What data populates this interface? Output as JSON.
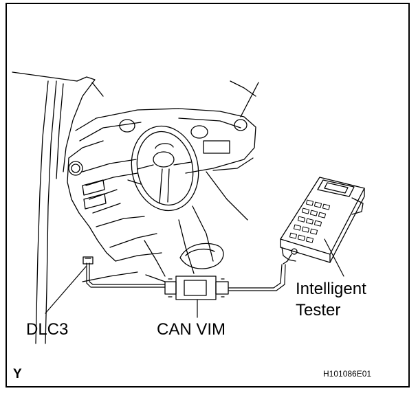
{
  "labels": {
    "dlc3": "DLC3",
    "can_vim": "CAN VIM",
    "tester_line1": "Intelligent",
    "tester_line2": "Tester",
    "corner_mark": "Y",
    "figure_code": "H101086E01"
  },
  "colors": {
    "line": "#000000",
    "background": "#ffffff"
  }
}
